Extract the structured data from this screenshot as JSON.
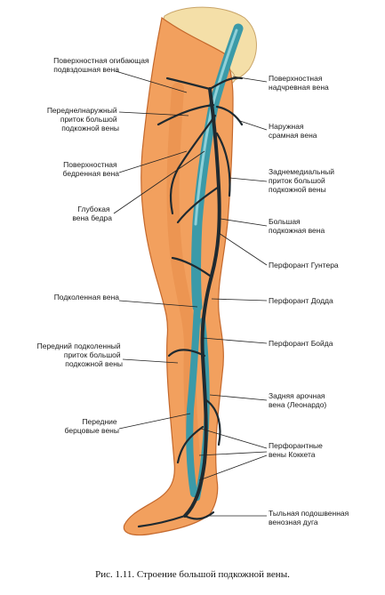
{
  "caption": "Рис. 1.11. Строение большой подкожной вены.",
  "colors": {
    "skin": "#f2a05e",
    "skin_shadow": "#e58a45",
    "bone": "#f4dfa8",
    "vein_dark": "#1f2a30",
    "vein_blue": "#3b9aa8",
    "vein_light": "#8fd0d8",
    "leader": "#222222"
  },
  "labels_left": [
    {
      "id": "superficial-circumflex-iliac",
      "lines": [
        "Поверхностная огибающая",
        "подвздошная вена"
      ]
    },
    {
      "id": "anterolateral-tributary",
      "lines": [
        "Переднелнаружный",
        "приток большой",
        "подкожной вены"
      ]
    },
    {
      "id": "superficial-femoral",
      "lines": [
        "Поверхностная",
        "бедренная вена"
      ]
    },
    {
      "id": "deep-femoral",
      "lines": [
        "Глубокая",
        "вена бедра"
      ]
    },
    {
      "id": "popliteal",
      "lines": [
        "Подколенная вена"
      ]
    },
    {
      "id": "anterior-popliteal-tributary",
      "lines": [
        "Передний подколенный",
        "приток большой",
        "подкожной вены"
      ]
    },
    {
      "id": "anterior-tibial",
      "lines": [
        "Передние",
        "берцовые вены"
      ]
    }
  ],
  "labels_right": [
    {
      "id": "superficial-epigastric",
      "lines": [
        "Поверхностная",
        "надчревная вена"
      ]
    },
    {
      "id": "external-pudendal",
      "lines": [
        "Наружная",
        "срамная вена"
      ]
    },
    {
      "id": "posteromedial-tributary",
      "lines": [
        "Заднемедиальный",
        "приток большой",
        "подкожной вены"
      ]
    },
    {
      "id": "great-saphenous",
      "lines": [
        "Большая",
        "подкожная вена"
      ]
    },
    {
      "id": "hunter-perforator",
      "lines": [
        "Перфорант Гунтера"
      ]
    },
    {
      "id": "dodd-perforator",
      "lines": [
        "Перфорант Додда"
      ]
    },
    {
      "id": "boyd-perforator",
      "lines": [
        "Перфорант Бойда"
      ]
    },
    {
      "id": "posterior-arch",
      "lines": [
        "Задняя арочная",
        "вена (Леонардо)"
      ]
    },
    {
      "id": "cockett-perforators",
      "lines": [
        "Перфорантные",
        "вены Коккета"
      ]
    },
    {
      "id": "dorsal-venous-arch",
      "lines": [
        "Тыльная подошвенная",
        "венозная дуга"
      ]
    }
  ]
}
